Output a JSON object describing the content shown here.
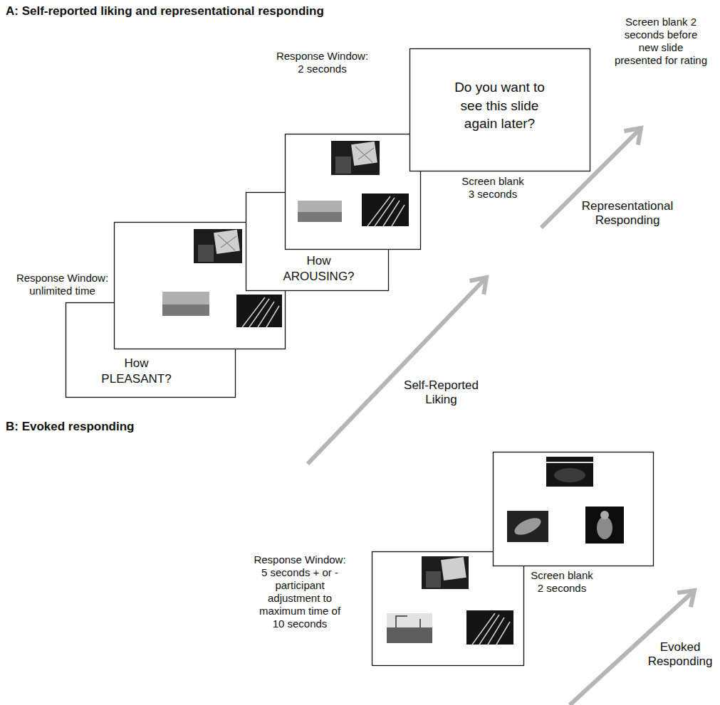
{
  "diagram": {
    "nodes": [
      {
        "text": [
          "How PLEASANT?"
        ]
      },
      {
        "text": [
          "How AROUSING?"
        ]
      },
      {
        "text": [
          "Do you want to see this slide again later?"
        ]
      }
    ],
    "labels": [
      "A: Self-reported liking and representational responding",
      "Response Window: 2 seconds",
      "Screen blank 2 seconds before new slide presented for rating",
      "Screen blank 3 seconds",
      "Representational Responding",
      "Response Window: unlimited time",
      "Self-Reported Liking",
      "B: Evoked responding",
      "Response Window: 5 seconds + or - participant adjustment to maximum time of 10 seconds",
      "Screen blank 2 seconds",
      "Evoked Responding"
    ]
  }
}
